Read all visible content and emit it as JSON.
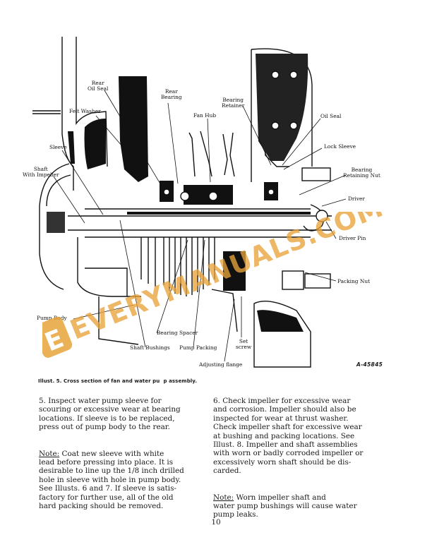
{
  "figure": {
    "labels": {
      "rear_oil_seal": "Rear\nOil Seal",
      "felt_washer": "Felt Washer",
      "rear_bearing": "Rear\nBearing",
      "fan_hub": "Fan Hub",
      "bearing_retainer": "Bearing\nRetainer",
      "oil_seal": "Oil Seal",
      "sleeve": "Sleeve",
      "lock_sleeve": "Lock Sleeve",
      "shaft_with_impeller": "Shaft\nWith Impeller",
      "bearing_retaining_nut": "Bearing\nRetaining Nut",
      "driver": "Driver",
      "driver_pin": "Driver Pin",
      "packing_nut": "Packing Nut",
      "pump_body": "Pump Body",
      "bearing_spacer": "Bearing Spacer",
      "set_screw": "Set\nscrew",
      "shaft_bushings": "Shaft Bushings",
      "pump_packing": "Pump Packing",
      "adjusting_flange": "Adjusting flange"
    },
    "reference": "A-45845",
    "caption": "Illust. 5.  Cross section of fan and water pu  p assembly."
  },
  "watermark": {
    "text": "EVERYMANUALS.COM",
    "letter": "E",
    "color": "#e8a33a"
  },
  "body": {
    "left": {
      "para1": "5. Inspect water pump sleeve for\nscouring or excessive wear at bearing\nlocations.  If sleeve is to be replaced,\npress out of pump body to the rear.",
      "note_label": "Note:",
      "para2": "  Coat new sleeve with white\nlead before pressing into place.  It is\ndesirable to line up the 1/8 inch drilled\nhole in sleeve with hole in pump body.\nSee Illusts. 6 and 7.  If sleeve is satis-\nfactory for further use, all of the old\nhard packing should be removed."
    },
    "right": {
      "para1": "6. Check impeller for excessive wear\nand corrosion.  Impeller should also be\ninspected for wear at thrust washer.\nCheck impeller shaft for excessive wear\nat bushing and packing locations.  See\nIllust. 8.  Impeller and shaft assemblies\nwith worn or badly corroded impeller or\nexcessively worn shaft should be dis-\ncarded.",
      "note_label": "Note:",
      "para2": "  Worn impeller shaft and\nwater pump bushings will cause water\npump leaks."
    }
  },
  "page_number": "10"
}
